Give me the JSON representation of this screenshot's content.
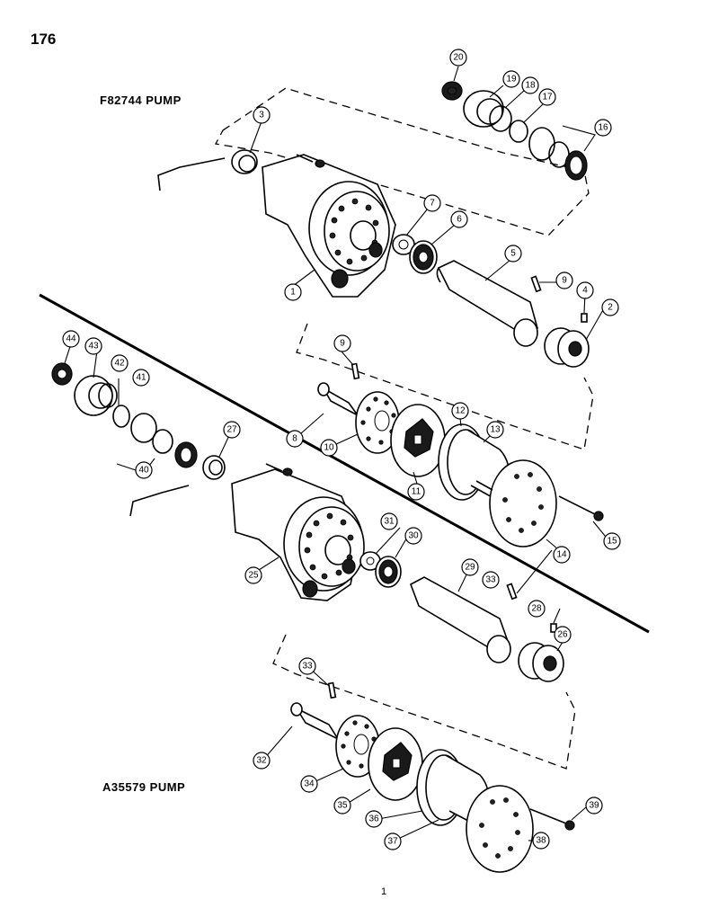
{
  "page_number": "176",
  "labels": {
    "top_pump": "F82744 PUMP",
    "bottom_pump": "A35579 PUMP"
  },
  "footer_mark": "1",
  "callouts": [
    "1",
    "2",
    "3",
    "4",
    "5",
    "6",
    "7",
    "8",
    "9",
    "9",
    "10",
    "11",
    "12",
    "13",
    "14",
    "15",
    "16",
    "17",
    "18",
    "19",
    "20",
    "25",
    "26",
    "27",
    "28",
    "29",
    "30",
    "31",
    "32",
    "33",
    "33",
    "34",
    "35",
    "36",
    "37",
    "38",
    "39",
    "40",
    "41",
    "42",
    "43",
    "44"
  ]
}
